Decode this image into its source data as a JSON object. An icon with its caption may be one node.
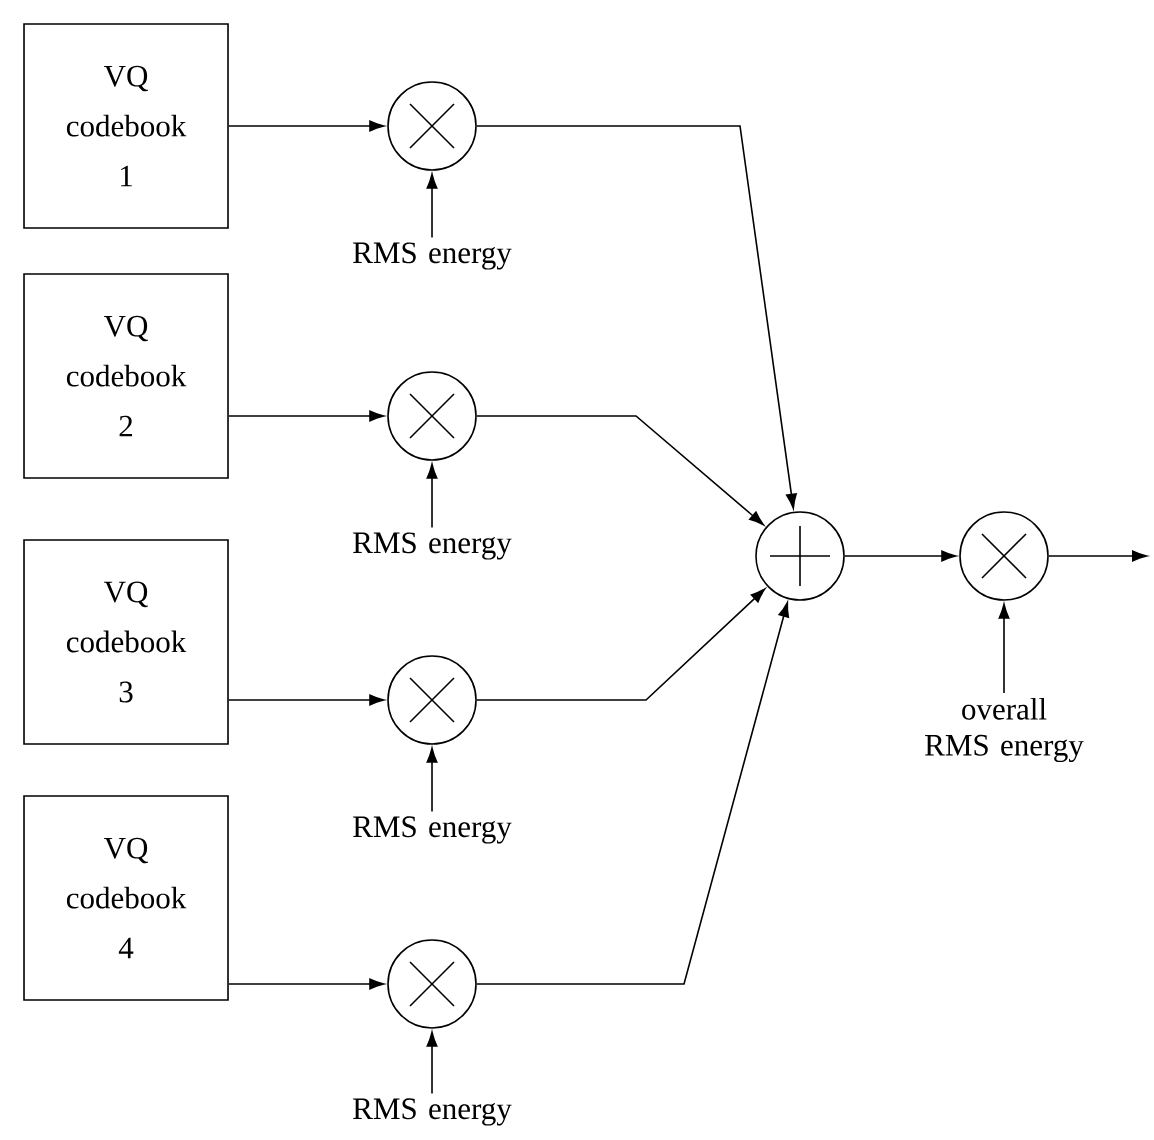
{
  "diagram": {
    "nodes": [
      {
        "text": [
          "VQ codebook 1"
        ]
      },
      {
        "text": [],
        "shape": "circle"
      },
      {
        "text": [
          "RMS energy"
        ]
      },
      {
        "text": [
          "VQ codebook 2"
        ]
      },
      {
        "text": [],
        "shape": "circle"
      },
      {
        "text": [
          "RMS energy"
        ]
      },
      {
        "text": [
          "VQ codebook 3"
        ]
      },
      {
        "text": [],
        "shape": "circle"
      },
      {
        "text": [
          "RMS energy"
        ]
      },
      {
        "text": [
          "VQ codebook 4"
        ]
      },
      {
        "text": [],
        "shape": "circle"
      },
      {
        "text": [
          "RMS energy"
        ]
      },
      {
        "text": [],
        "shape": "circle"
      },
      {
        "text": [],
        "shape": "circle"
      },
      {
        "text": [
          "overall RMS energy"
        ]
      }
    ],
    "edges": [
      {
        "from": 0,
        "to": 1,
        "arrow": "to"
      },
      {
        "from": 2,
        "to": 1,
        "arrow": "to"
      },
      {
        "from": 3,
        "to": 4,
        "arrow": "to"
      },
      {
        "from": 5,
        "to": 4,
        "arrow": "to"
      },
      {
        "from": 6,
        "to": 7,
        "arrow": "to"
      },
      {
        "from": 8,
        "to": 7,
        "arrow": "to"
      },
      {
        "from": 9,
        "to": 10,
        "arrow": "to"
      },
      {
        "from": 11,
        "to": 10,
        "arrow": "to"
      },
      {
        "from": 1,
        "to": 12,
        "arrow": "to"
      },
      {
        "from": 4,
        "to": 12,
        "arrow": "to"
      },
      {
        "from": 7,
        "to": 12,
        "arrow": "to"
      },
      {
        "from": 10,
        "to": 12,
        "arrow": "to"
      },
      {
        "from": 12,
        "to": 13,
        "arrow": "to"
      },
      {
        "from": 14,
        "to": 13,
        "arrow": "to"
      },
      {
        "from": 13,
        "to": null,
        "arrow": "to"
      }
    ]
  }
}
